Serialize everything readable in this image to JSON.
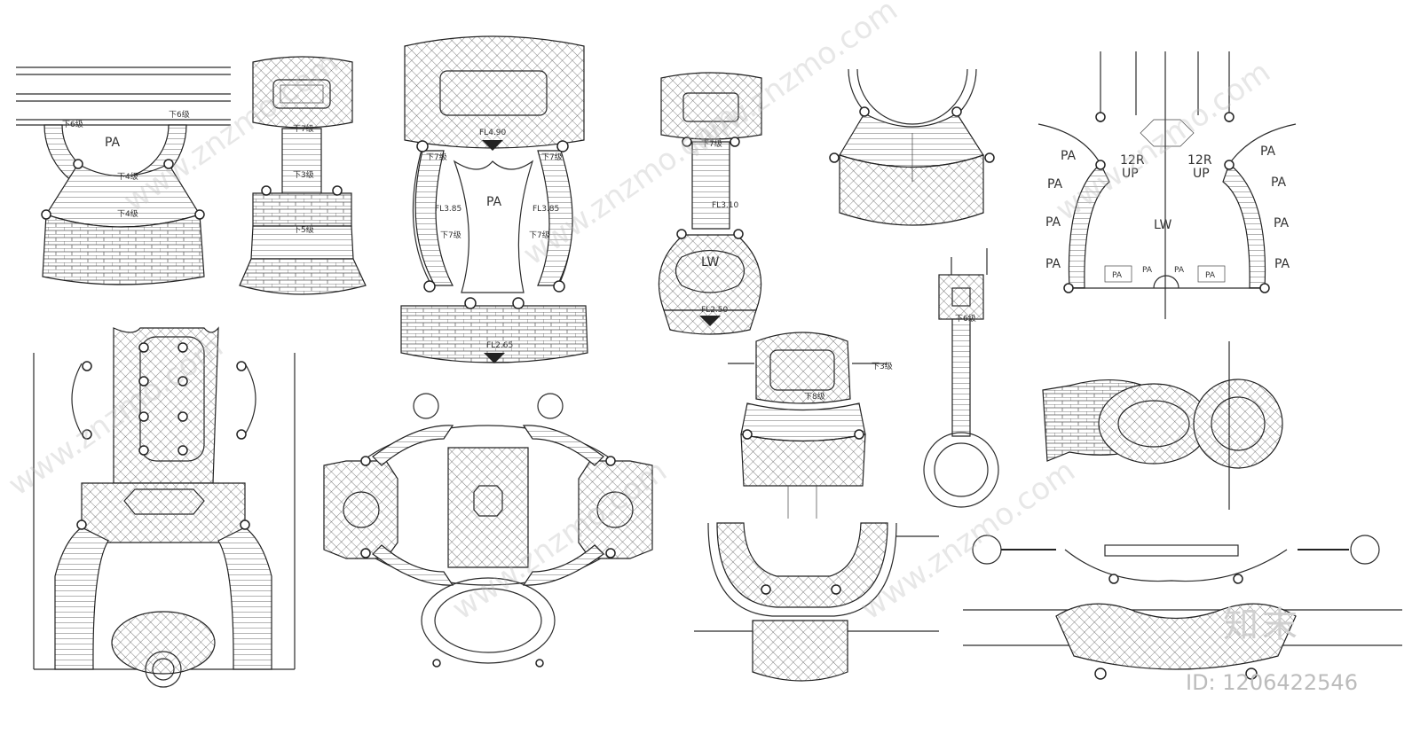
{
  "labels": {
    "pa": "PA",
    "lw": "LW",
    "up12r": "12R",
    "up": "UP",
    "fl490": "FL4.90",
    "fl385": "FL3.85",
    "fl265": "FL2.65",
    "fl310": "FL3.10",
    "fl250": "FL2.50",
    "down6": "下6级",
    "down7": "下7级",
    "down5": "下5级",
    "down4": "下4级",
    "down8": "下8级",
    "down3": "下3级"
  },
  "watermark": {
    "site": "www.znzmo.com",
    "brand": "知末",
    "id_text": "ID: 1206422546"
  },
  "colors": {
    "line": "#2b2b2b",
    "background": "#ffffff",
    "watermark": "#c8c8c8"
  }
}
